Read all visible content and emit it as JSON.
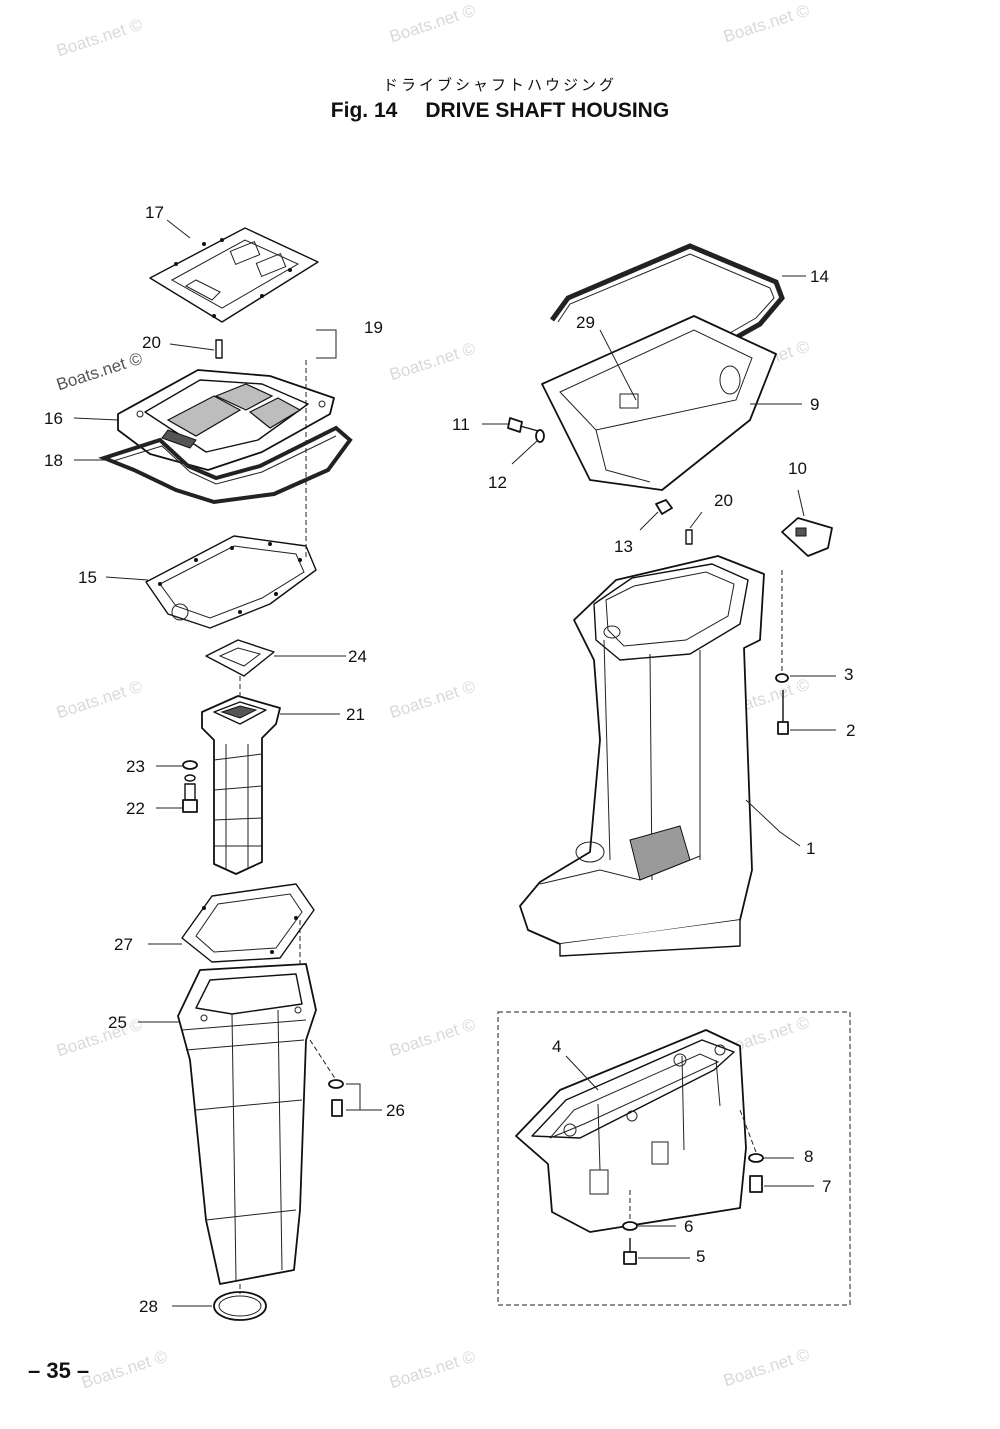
{
  "header": {
    "jp_title": "ドライブシャフトハウジング",
    "fig_number": "Fig. 14",
    "fig_title": "DRIVE SHAFT HOUSING"
  },
  "footer": {
    "page_number": "– 35 –"
  },
  "watermark": "Boats.net ©",
  "callouts": [
    "1",
    "2",
    "3",
    "4",
    "5",
    "6",
    "7",
    "8",
    "9",
    "10",
    "11",
    "12",
    "13",
    "14",
    "15",
    "16",
    "17",
    "18",
    "19",
    "20",
    "20",
    "21",
    "22",
    "23",
    "24",
    "25",
    "26",
    "27",
    "28",
    "29"
  ]
}
